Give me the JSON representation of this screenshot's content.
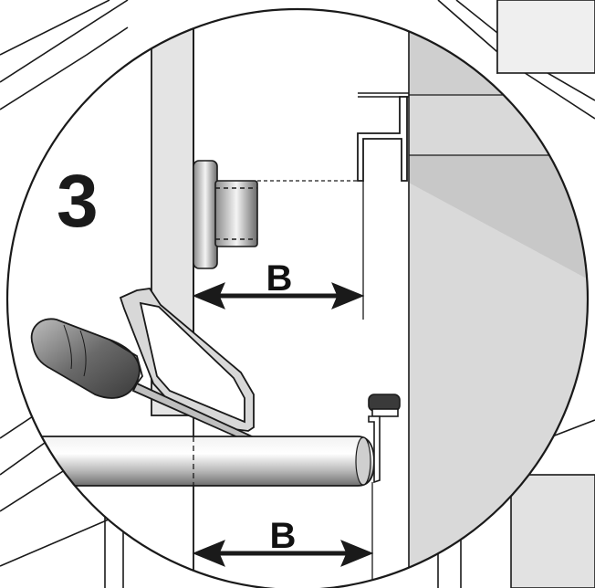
{
  "step_number": "3",
  "dimension_top": {
    "label": "B"
  },
  "dimension_bottom": {
    "label": "B"
  },
  "colors": {
    "line": "#1a1a1a",
    "wall_grey": "#d6d6d6",
    "wall_grey_dark": "#c4c4c4",
    "rail_light": "#e8e8e8",
    "rail_dark": "#7a7a7a",
    "handle": "#555555"
  },
  "icons": [
    "hacksaw-icon",
    "curtain-rail-icon",
    "wall-bracket-icon",
    "rail-end-cap-icon",
    "measurement-arrow-icon"
  ]
}
